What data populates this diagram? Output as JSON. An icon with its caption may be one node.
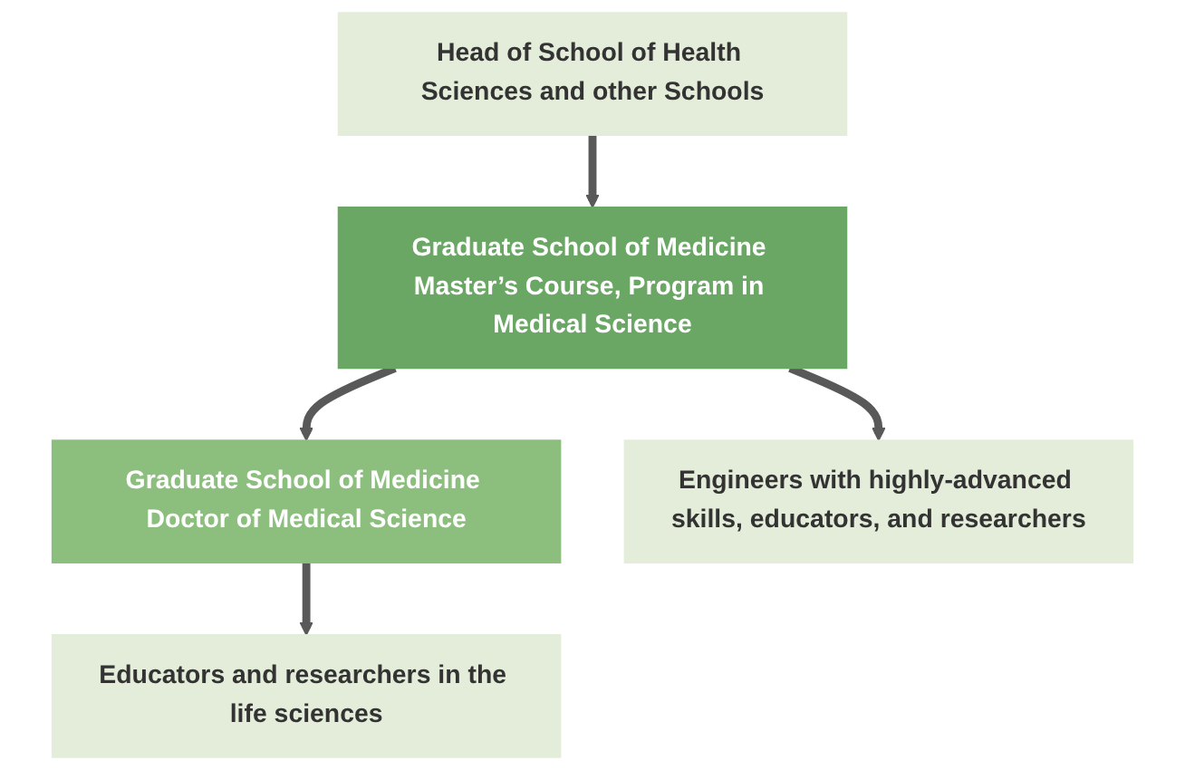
{
  "diagram": {
    "nodes": [
      {
        "text": [
          "Head of School of Health Sciences and other Schools"
        ]
      },
      {
        "text": [
          "Graduate School of Medicine Master’s Course, Program in Medical Science"
        ]
      },
      {
        "text": [
          "Graduate School of Medicine Doctor of Medical Science"
        ]
      },
      {
        "text": [
          "Engineers with highly-advanced skills, educators, and researchers"
        ]
      },
      {
        "text": [
          "Educators and researchers in the life sciences"
        ]
      }
    ],
    "edges": [
      {
        "from": 0,
        "to": 1,
        "arrow": "to"
      },
      {
        "from": 1,
        "to": 2,
        "arrow": "to"
      },
      {
        "from": 1,
        "to": 3,
        "arrow": "to"
      },
      {
        "from": 2,
        "to": 4,
        "arrow": "to"
      }
    ]
  }
}
